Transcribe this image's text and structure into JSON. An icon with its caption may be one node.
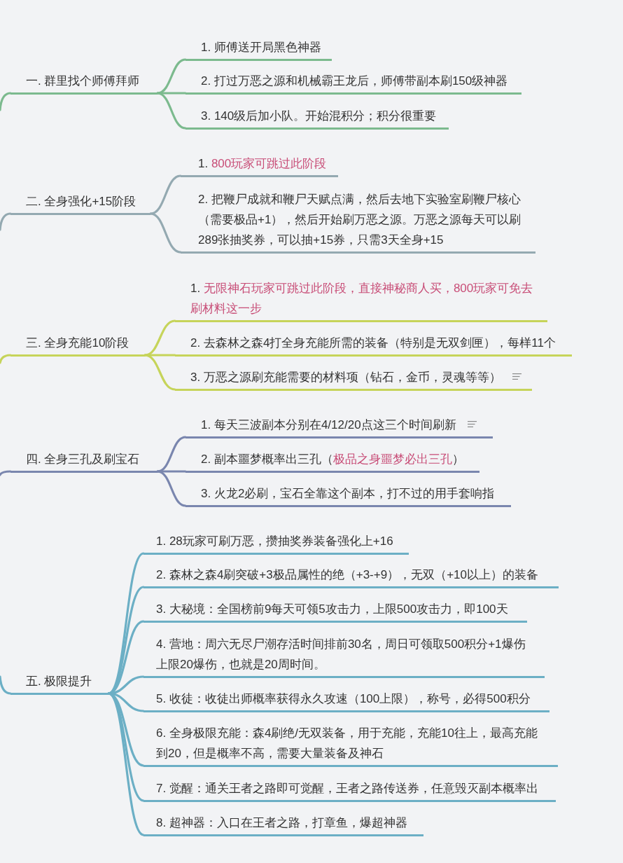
{
  "diagram": {
    "nodes": [
      {
        "text": [
          "一. 群里找个师傅拜师"
        ]
      },
      {
        "text": [
          "1. 师傅送开局黑色神器"
        ]
      },
      {
        "text": [
          "2. 打过万恶之源和机械霸王龙后，师傅带副本刷150级神器"
        ]
      },
      {
        "text": [
          "3. 140级后加小队。开始混积分；积分很重要"
        ]
      },
      {
        "text": [
          "二. 全身强化+15阶段"
        ]
      },
      {
        "text": [
          "1. **800玩家可跳过此阶段**"
        ]
      },
      {
        "text": [
          "2. 把鞭尸成就和鞭尸天赋点满，然后去地下实验室刷鞭尸核心（需要极品+1），然后开始刷万恶之源。万恶之源每天可以刷289张抽奖券，可以抽+15券，只需3天全身+15"
        ]
      },
      {
        "text": [
          "三. 全身充能10阶段"
        ]
      },
      {
        "text": [
          "1. **无限神石玩家可跳过此阶段，直接神秘商人买，800玩家可免去刷材料这一步**"
        ]
      },
      {
        "text": [
          "2. 去森林之森4打全身充能所需的装备（特别是无双剑匣），每样11个"
        ]
      },
      {
        "text": [
          "3. 万恶之源刷充能需要的材料项（钻石，金币，灵魂等等）"
        ]
      },
      {
        "text": [
          "四. 全身三孔及刷宝石"
        ]
      },
      {
        "text": [
          "1. 每天三波副本分别在4/12/20点这三个时间刷新"
        ]
      },
      {
        "text": [
          "2. 副本噩梦概率出三孔（**极品之身噩梦必出三孔**）"
        ]
      },
      {
        "text": [
          "3. 火龙2必刷，宝石全靠这个副本，打不过的用手套响指"
        ]
      },
      {
        "text": [
          "五. 极限提升"
        ]
      },
      {
        "text": [
          "1. 28玩家可刷万恶，攒抽奖券装备强化上+16"
        ]
      },
      {
        "text": [
          "2. 森林之森4刷突破+3极品属性的绝（+3-+9），无双（+10以上）的装备"
        ]
      },
      {
        "text": [
          "3. 大秘境：全国榜前9每天可领5攻击力，上限500攻击力，即100天"
        ]
      },
      {
        "text": [
          "4. 营地：周六无尽尸潮存活时间排前30名，周日可领取500积分+1爆伤上限20爆伤，也就是20周时间。"
        ]
      },
      {
        "text": [
          "5. 收徒：收徒出师概率获得永久攻速（100上限），称号，必得500积分"
        ]
      },
      {
        "text": [
          "6. 全身极限充能：森4刷绝/无双装备，用于充能，充能10往上，最高充能到20，但是概率不高，需要大量装备及神石"
        ]
      },
      {
        "text": [
          "7. 觉醒：通关王者之路即可觉醒，王者之路传送券，任意毁灭副本概率出"
        ]
      },
      {
        "text": [
          "8. 超神器：入口在王者之路，打章鱼，爆超神器"
        ]
      }
    ],
    "edges": [
      {
        "from": null,
        "to": 0,
        "arrow": "none",
        "color": "#7cba8e"
      },
      {
        "from": 0,
        "to": 1,
        "arrow": "none",
        "color": "#7cba8e"
      },
      {
        "from": 0,
        "to": 2,
        "arrow": "none",
        "color": "#7cba8e"
      },
      {
        "from": 0,
        "to": 3,
        "arrow": "none",
        "color": "#7cba8e"
      },
      {
        "from": null,
        "to": 4,
        "arrow": "none",
        "color": "#94a9b1"
      },
      {
        "from": 4,
        "to": 5,
        "arrow": "none",
        "color": "#94a9b1"
      },
      {
        "from": 4,
        "to": 6,
        "arrow": "none",
        "color": "#94a9b1"
      },
      {
        "from": null,
        "to": 7,
        "arrow": "none",
        "color": "#c6d45a"
      },
      {
        "from": 7,
        "to": 8,
        "arrow": "none",
        "color": "#c6d45a"
      },
      {
        "from": 7,
        "to": 9,
        "arrow": "none",
        "color": "#c6d45a"
      },
      {
        "from": 7,
        "to": 10,
        "arrow": "none",
        "color": "#c6d45a"
      },
      {
        "from": null,
        "to": 11,
        "arrow": "none",
        "color": "#7a86ae"
      },
      {
        "from": 11,
        "to": 12,
        "arrow": "none",
        "color": "#7a86ae"
      },
      {
        "from": 11,
        "to": 13,
        "arrow": "none",
        "color": "#7a86ae"
      },
      {
        "from": 11,
        "to": 14,
        "arrow": "none",
        "color": "#7a86ae"
      },
      {
        "from": null,
        "to": 15,
        "arrow": "none",
        "color": "#6cafc5"
      },
      {
        "from": 15,
        "to": 16,
        "arrow": "none",
        "color": "#6cafc5"
      },
      {
        "from": 15,
        "to": 17,
        "arrow": "none",
        "color": "#6cafc5"
      },
      {
        "from": 15,
        "to": 18,
        "arrow": "none",
        "color": "#6cafc5"
      },
      {
        "from": 15,
        "to": 19,
        "arrow": "none",
        "color": "#6cafc5"
      },
      {
        "from": 15,
        "to": 20,
        "arrow": "none",
        "color": "#6cafc5"
      },
      {
        "from": 15,
        "to": 21,
        "arrow": "none",
        "color": "#6cafc5"
      },
      {
        "from": 15,
        "to": 22,
        "arrow": "none",
        "color": "#6cafc5"
      },
      {
        "from": 15,
        "to": 23,
        "arrow": "none",
        "color": "#6cafc5"
      }
    ]
  }
}
